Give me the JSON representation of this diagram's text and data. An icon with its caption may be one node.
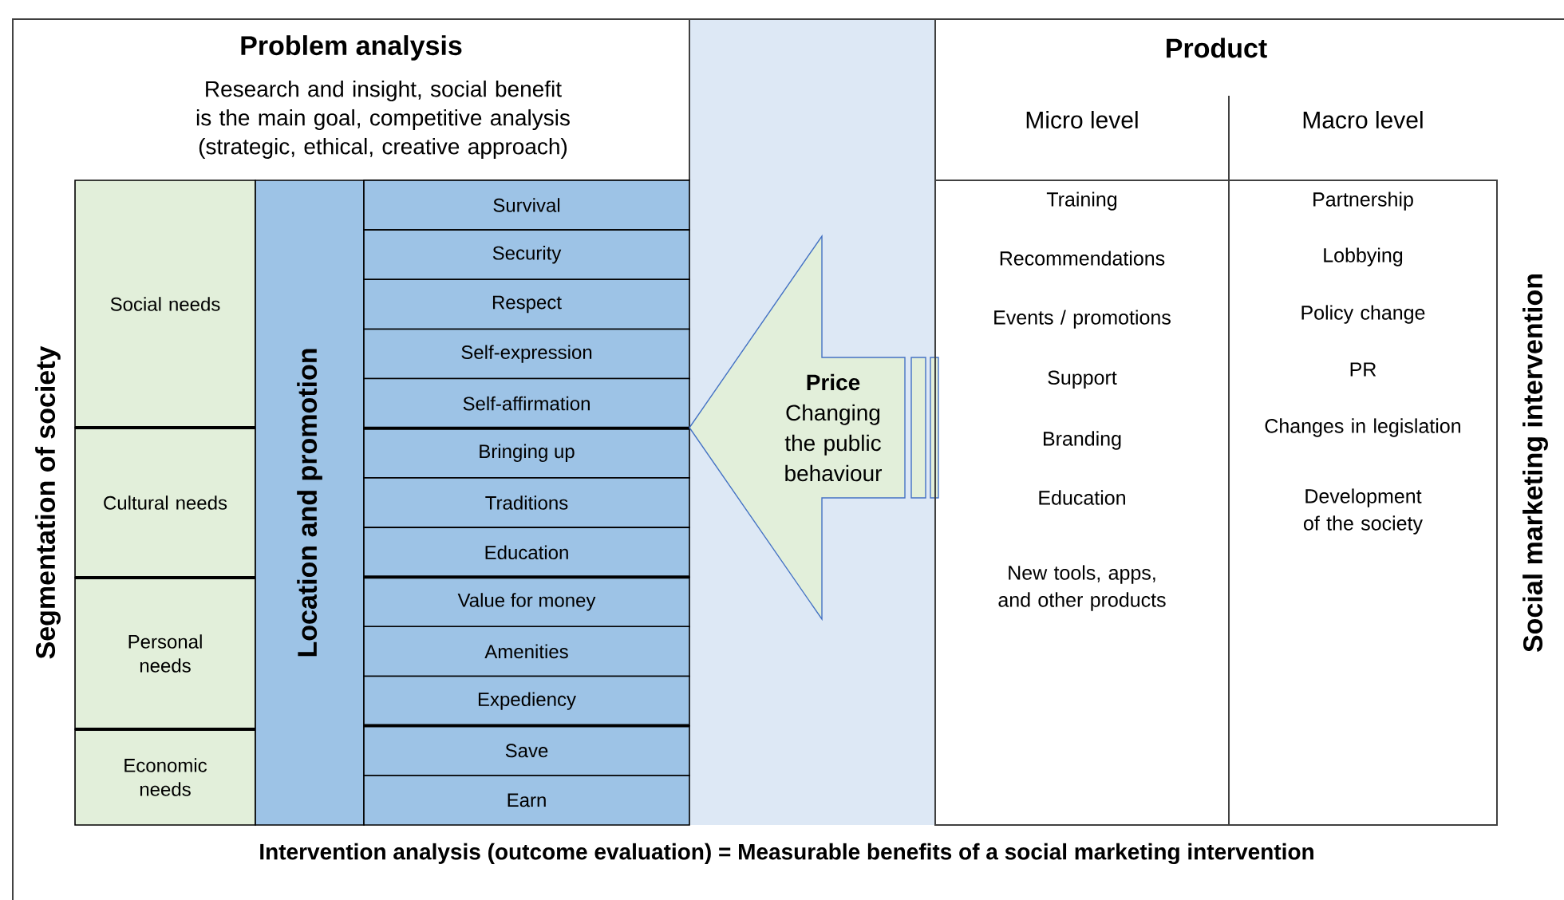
{
  "diagram": {
    "nodes": [
      {
        "text": [
          "Social needs"
        ]
      },
      {
        "text": [
          "Cultural needs"
        ]
      },
      {
        "text": [
          "Personal needs"
        ]
      },
      {
        "text": [
          "Economic needs"
        ]
      },
      {
        "text": [
          "Location and promotion"
        ]
      },
      {
        "text": [
          "Survival"
        ]
      },
      {
        "text": [
          "Security"
        ]
      },
      {
        "text": [
          "Respect"
        ]
      },
      {
        "text": [
          "Self-expression"
        ]
      },
      {
        "text": [
          "Self-affirmation"
        ]
      },
      {
        "text": [
          "Bringing up"
        ]
      },
      {
        "text": [
          "Traditions"
        ]
      },
      {
        "text": [
          "Education"
        ]
      },
      {
        "text": [
          "Value for money"
        ]
      },
      {
        "text": [
          "Amenities"
        ]
      },
      {
        "text": [
          "Expediency"
        ]
      },
      {
        "text": [
          "Save"
        ]
      },
      {
        "text": [
          "Earn"
        ]
      },
      {
        "text": [
          "Price",
          "Changing the public behaviour"
        ]
      },
      {
        "text": [
          "Micro level",
          "Training",
          "Recommendations",
          "Events / promotions",
          "Support",
          "Branding",
          "Education",
          "New tools, apps, and other products"
        ]
      },
      {
        "text": [
          "Macro level",
          "Partnership",
          "Lobbying",
          "Policy change",
          "PR",
          "Changes in legislation",
          "Development of the society"
        ]
      }
    ],
    "labels": [
      "Problem analysis",
      "Research and insight, social benefit is the main goal, competitive analysis (strategic, ethical, creative approach)",
      "Product",
      "Segmentation of society",
      "Social marketing intervention",
      "Intervention analysis (outcome evaluation) = Measurable benefits of a social marketing intervention"
    ]
  }
}
